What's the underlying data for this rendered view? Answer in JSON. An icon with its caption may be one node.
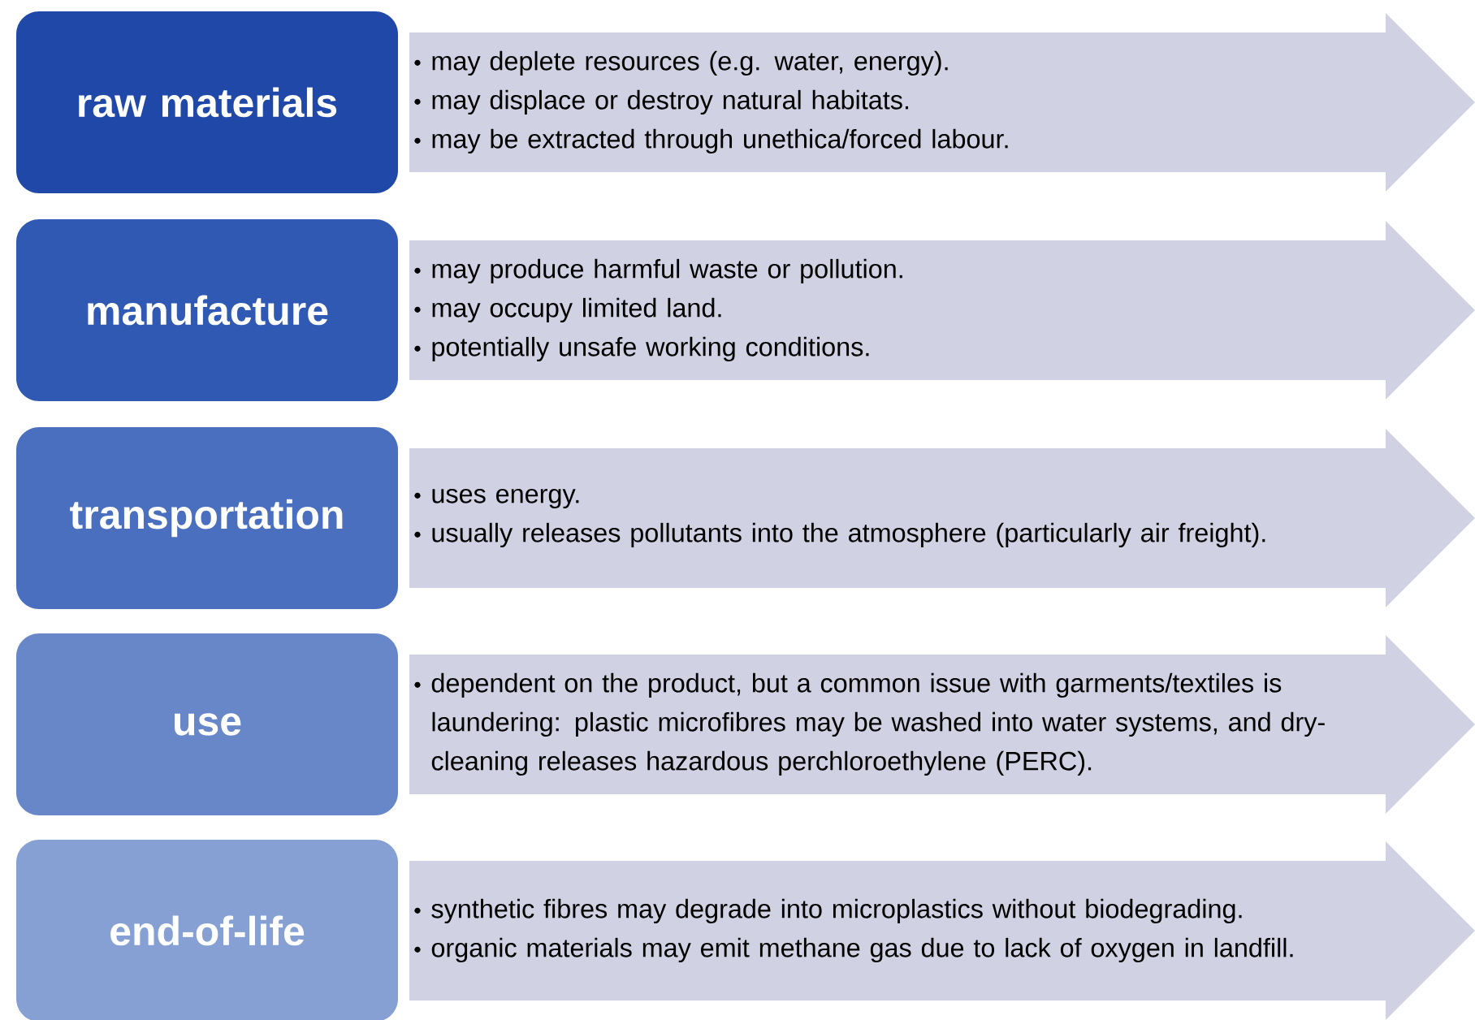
{
  "diagram": {
    "nodes": [
      {
        "text": [
          "raw materials"
        ]
      },
      {
        "text": [
          "may deplete resources (e.g. water, energy).",
          "may displace or destroy natural habitats.",
          "may be extracted through unethica/forced labour."
        ]
      },
      {
        "text": [
          "manufacture"
        ]
      },
      {
        "text": [
          "may produce harmful waste or pollution.",
          "may occupy limited land.",
          "potentially unsafe working conditions."
        ]
      },
      {
        "text": [
          "transportation"
        ]
      },
      {
        "text": [
          "uses energy.",
          "usually releases pollutants into the atmosphere (particularly air freight)."
        ]
      },
      {
        "text": [
          "use"
        ]
      },
      {
        "text": [
          "dependent on the product, but a common issue with garments/textiles is laundering: plastic microfibres may be washed into water systems, and dry-cleaning releases hazardous perchloroethylene (PERC)."
        ]
      },
      {
        "text": [
          "end-of-life"
        ]
      },
      {
        "text": [
          "synthetic fibres may degrade into microplastics without biodegrading.",
          "organic materials may emit methane gas due to lack of oxygen in landfill."
        ]
      }
    ]
  }
}
